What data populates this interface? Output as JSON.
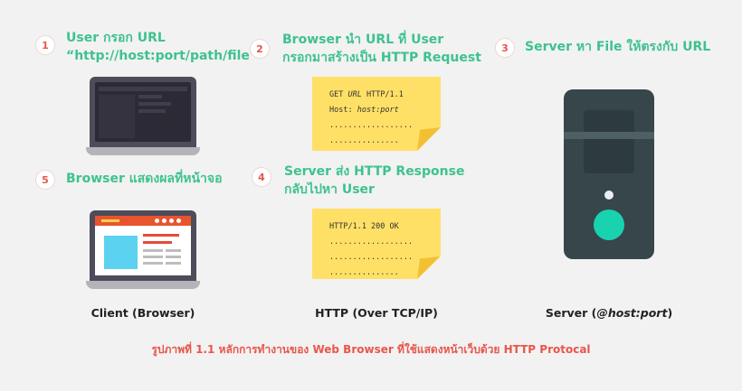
{
  "steps": [
    {
      "num": "1",
      "line1": "User กรอก URL",
      "line2": "“http://host:port/path/file”"
    },
    {
      "num": "2",
      "line1": "Browser นำ URL ที่ User",
      "line2": "กรอกมาสร้างเป็น HTTP Request"
    },
    {
      "num": "3",
      "line1": "Server หา File ให้ตรงกับ URL"
    },
    {
      "num": "4",
      "line1": "Server ส่ง HTTP Response",
      "line2": "กลับไปหา User"
    },
    {
      "num": "5",
      "line1": "Browser แสดงผลที่หน้าจอ"
    }
  ],
  "request_note": {
    "line1_prefix": "GET ",
    "line1_url": "URL",
    "line1_suffix": " HTTP/1.1",
    "line2_prefix": "Host: ",
    "line2_value": "host:port",
    "line3": "..................",
    "line4": "..............."
  },
  "response_note": {
    "line1": "HTTP/1.1 200 OK",
    "line2": "..................",
    "line3": "..................",
    "line4": "..............."
  },
  "labels": {
    "client": "Client (Browser)",
    "http": "HTTP (Over TCP/IP)",
    "server_prefix": "Server (",
    "server_host": "@host:port",
    "server_suffix": ")"
  },
  "caption": "รูปภาพที่ 1.1 หลักการทำงานของ Web Browser ที่ใช้แสดงหน้าเว็บด้วย HTTP Protocal",
  "colors": {
    "step_title": "#3ec28f",
    "badge_number": "#e8564a",
    "caption": "#e8564a",
    "note_yellow": "#ffe066",
    "browser_topbar": "#e8542e",
    "browser_image": "#5ad2f0",
    "server_button": "#19d3b0"
  }
}
